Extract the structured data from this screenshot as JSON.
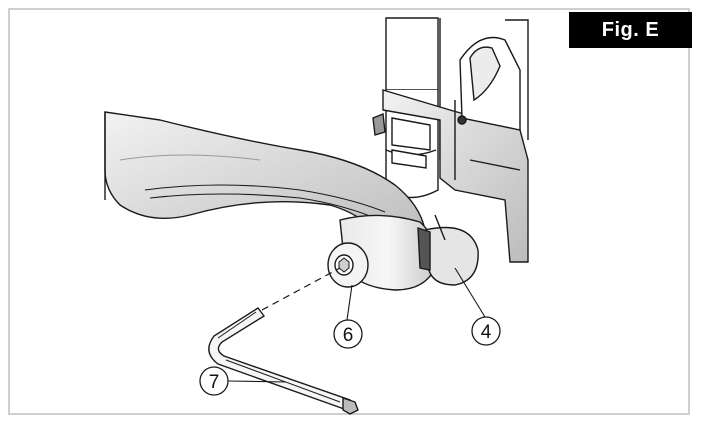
{
  "figure": {
    "label": "Fig. E"
  },
  "callouts": [
    {
      "id": "6",
      "text": "6"
    },
    {
      "id": "4",
      "text": "4"
    },
    {
      "id": "7",
      "text": "7"
    }
  ],
  "colors": {
    "frame_border": "#cfcfcf",
    "label_bg": "#000000",
    "label_text": "#ffffff",
    "line": "#1a1a1a",
    "shade": "#dcdcdc"
  }
}
